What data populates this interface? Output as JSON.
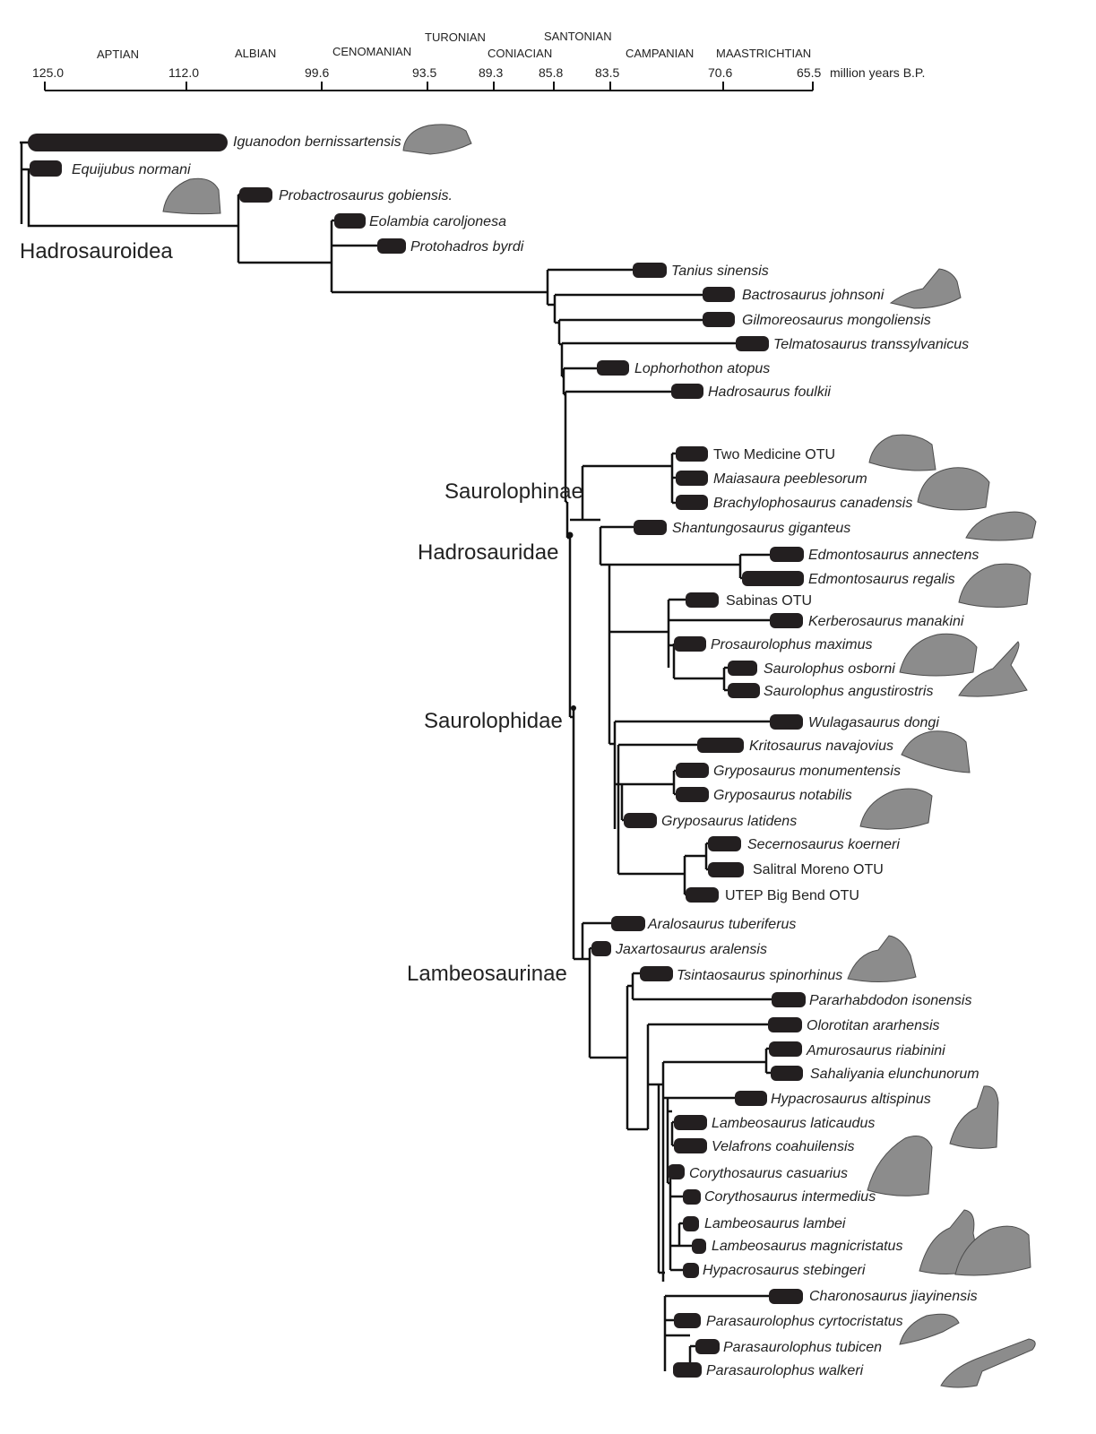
{
  "timescale": {
    "stages": [
      "APTIAN",
      "ALBIAN",
      "CENOMANIAN",
      "TURONIAN",
      "CONIACIAN",
      "SANTONIAN",
      "CAMPANIAN",
      "MAASTRICHTIAN"
    ],
    "ticks": [
      "125.0",
      "112.0",
      "99.6",
      "93.5",
      "89.3",
      "85.8",
      "83.5",
      "70.6",
      "65.5"
    ],
    "unit": "million years B.P."
  },
  "clades": [
    "Hadrosauroidea",
    "Saurolophinae",
    "Hadrosauridae",
    "Saurolophidae",
    "Lambeosaurinae"
  ],
  "taxa": [
    {
      "name": "Iguanodon bernissartensis",
      "italic": true
    },
    {
      "name": "Equijubus normani",
      "italic": true
    },
    {
      "name": "Probactrosaurus gobiensis.",
      "italic": true
    },
    {
      "name": "Eolambia caroljonesa",
      "italic": true
    },
    {
      "name": "Protohadros byrdi",
      "italic": true
    },
    {
      "name": "Tanius sinensis",
      "italic": true
    },
    {
      "name": "Bactrosaurus johnsoni",
      "italic": true
    },
    {
      "name": "Gilmoreosaurus mongoliensis",
      "italic": true
    },
    {
      "name": "Telmatosaurus transsylvanicus",
      "italic": true
    },
    {
      "name": "Lophorhothon atopus",
      "italic": true
    },
    {
      "name": "Hadrosaurus foulkii",
      "italic": true
    },
    {
      "name": "Two Medicine OTU",
      "italic": false
    },
    {
      "name": "Maiasaura peeblesorum",
      "italic": true
    },
    {
      "name": "Brachylophosaurus canadensis",
      "italic": true
    },
    {
      "name": "Shantungosaurus giganteus",
      "italic": true
    },
    {
      "name": "Edmontosaurus annectens",
      "italic": true
    },
    {
      "name": "Edmontosaurus regalis",
      "italic": true
    },
    {
      "name": "Sabinas OTU",
      "italic": false
    },
    {
      "name": "Kerberosaurus manakini",
      "italic": true
    },
    {
      "name": "Prosaurolophus maximus",
      "italic": true
    },
    {
      "name": "Saurolophus osborni",
      "italic": true
    },
    {
      "name": "Saurolophus angustirostris",
      "italic": true
    },
    {
      "name": "Wulagasaurus dongi",
      "italic": true
    },
    {
      "name": "Kritosaurus navajovius",
      "italic": true
    },
    {
      "name": "Gryposaurus monumentensis",
      "italic": true
    },
    {
      "name": "Gryposaurus notabilis",
      "italic": true
    },
    {
      "name": "Gryposaurus latidens",
      "italic": true
    },
    {
      "name": "Secernosaurus koerneri",
      "italic": true
    },
    {
      "name": "Salitral Moreno OTU",
      "italic": false
    },
    {
      "name": "UTEP Big Bend OTU",
      "italic": false
    },
    {
      "name": "Aralosaurus tuberiferus",
      "italic": true
    },
    {
      "name": "Jaxartosaurus aralensis",
      "italic": true
    },
    {
      "name": "Tsintaosaurus spinorhinus",
      "italic": true
    },
    {
      "name": "Pararhabdodon isonensis",
      "italic": true
    },
    {
      "name": "Olorotitan ararhensis",
      "italic": true
    },
    {
      "name": "Amurosaurus riabinini",
      "italic": true
    },
    {
      "name": "Sahaliyania elunchunorum",
      "italic": true
    },
    {
      "name": "Hypacrosaurus altispinus",
      "italic": true
    },
    {
      "name": "Lambeosaurus laticaudus",
      "italic": true
    },
    {
      "name": "Velafrons coahuilensis",
      "italic": true
    },
    {
      "name": "Corythosaurus casuarius",
      "italic": true
    },
    {
      "name": "Corythosaurus intermedius",
      "italic": true
    },
    {
      "name": "Lambeosaurus lambei",
      "italic": true
    },
    {
      "name": "Lambeosaurus magnicristatus",
      "italic": true
    },
    {
      "name": "Hypacrosaurus stebingeri",
      "italic": true
    },
    {
      "name": "Charonosaurus jiayinensis",
      "italic": true
    },
    {
      "name": "Parasaurolophus cyrtocristatus",
      "italic": true
    },
    {
      "name": "Parasaurolophus tubicen",
      "italic": true
    },
    {
      "name": "Parasaurolophus walkeri",
      "italic": true
    }
  ]
}
